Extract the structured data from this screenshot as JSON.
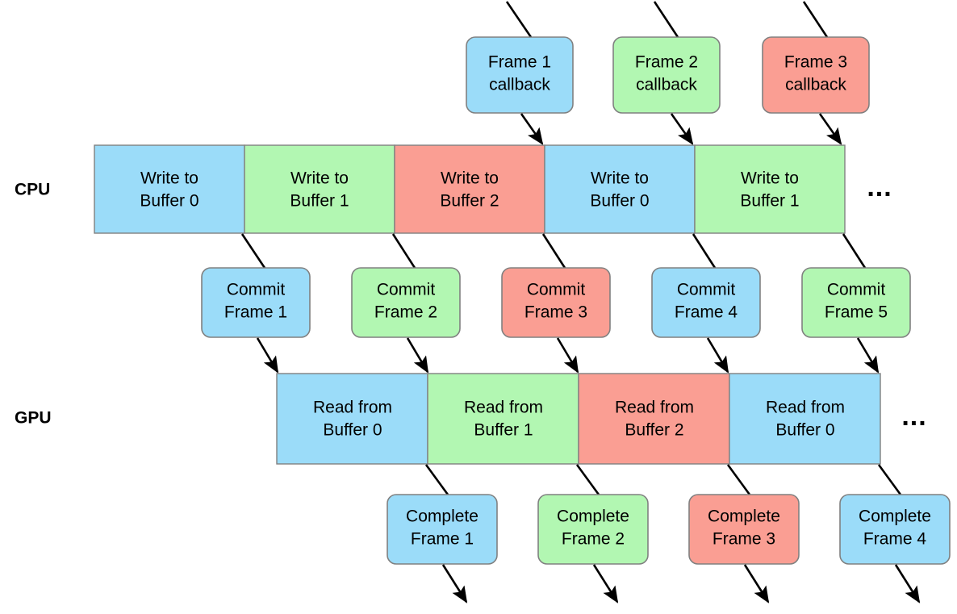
{
  "palette": {
    "blue": "#9BDCF9",
    "green": "#B2F7B2",
    "salmon": "#FA9E93",
    "stroke": "#808080",
    "line": "#000000",
    "background": "#FFFFFF"
  },
  "rows": {
    "cpu_label": "CPU",
    "gpu_label": "GPU",
    "cpu_ellipsis": "...",
    "gpu_ellipsis": "..."
  },
  "callbacks": [
    {
      "line1": "Frame 1",
      "line2": "callback",
      "color": "#9BDCF9"
    },
    {
      "line1": "Frame 2",
      "line2": "callback",
      "color": "#B2F7B2"
    },
    {
      "line1": "Frame 3",
      "line2": "callback",
      "color": "#FA9E93"
    }
  ],
  "cpu_segments": [
    {
      "line1": "Write to",
      "line2": "Buffer 0",
      "color": "#9BDCF9"
    },
    {
      "line1": "Write to",
      "line2": "Buffer 1",
      "color": "#B2F7B2"
    },
    {
      "line1": "Write to",
      "line2": "Buffer 2",
      "color": "#FA9E93"
    },
    {
      "line1": "Write to",
      "line2": "Buffer 0",
      "color": "#9BDCF9"
    },
    {
      "line1": "Write to",
      "line2": "Buffer 1",
      "color": "#B2F7B2"
    }
  ],
  "commits": [
    {
      "line1": "Commit",
      "line2": "Frame 1",
      "color": "#9BDCF9"
    },
    {
      "line1": "Commit",
      "line2": "Frame 2",
      "color": "#B2F7B2"
    },
    {
      "line1": "Commit",
      "line2": "Frame 3",
      "color": "#FA9E93"
    },
    {
      "line1": "Commit",
      "line2": "Frame 4",
      "color": "#9BDCF9"
    },
    {
      "line1": "Commit",
      "line2": "Frame 5",
      "color": "#B2F7B2"
    }
  ],
  "gpu_segments": [
    {
      "line1": "Read from",
      "line2": "Buffer 0",
      "color": "#9BDCF9"
    },
    {
      "line1": "Read from",
      "line2": "Buffer 1",
      "color": "#B2F7B2"
    },
    {
      "line1": "Read from",
      "line2": "Buffer 2",
      "color": "#FA9E93"
    },
    {
      "line1": "Read from",
      "line2": "Buffer 0",
      "color": "#9BDCF9"
    }
  ],
  "completes": [
    {
      "line1": "Complete",
      "line2": "Frame 1",
      "color": "#9BDCF9"
    },
    {
      "line1": "Complete",
      "line2": "Frame 2",
      "color": "#B2F7B2"
    },
    {
      "line1": "Complete",
      "line2": "Frame 3",
      "color": "#FA9E93"
    },
    {
      "line1": "Complete",
      "line2": "Frame 4",
      "color": "#9BDCF9"
    }
  ]
}
